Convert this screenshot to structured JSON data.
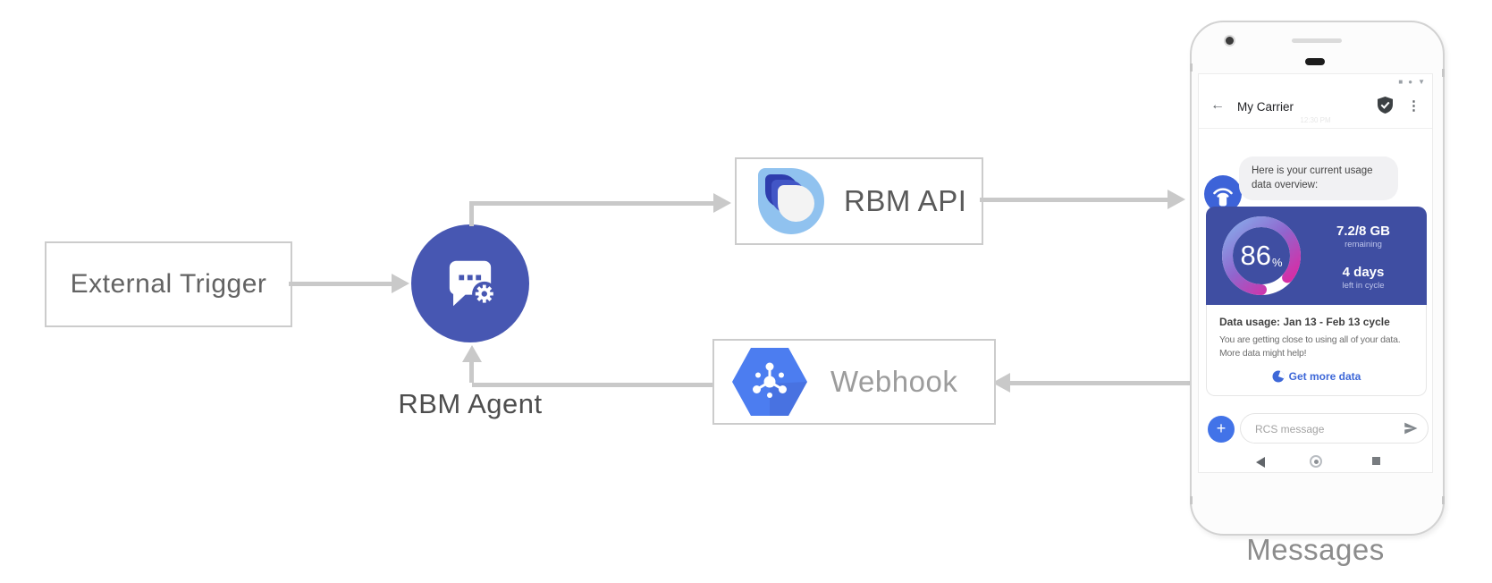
{
  "diagram": {
    "nodes": {
      "external_trigger": {
        "label": "External Trigger"
      },
      "rbm_agent": {
        "label": "RBM Agent"
      },
      "rbm_api": {
        "label": "RBM API"
      },
      "webhook": {
        "label": "Webhook"
      },
      "messages": {
        "label": "Messages"
      }
    },
    "colors": {
      "arrow": "#c9c9c9",
      "agent_circle": "#4757b2",
      "api_drop_light": "#90c2ef",
      "api_drop_navy": "#2e3dad",
      "api_drop_mid": "#4256c6",
      "webhook_hexagon": "#4c7df0"
    }
  },
  "phone": {
    "status_icons": [
      {
        "name": "square-icon",
        "glyph": "■"
      },
      {
        "name": "dot-icon",
        "glyph": "●"
      },
      {
        "name": "triangle-icon",
        "glyph": "▼"
      }
    ],
    "app_bar": {
      "back_glyph": "←",
      "title": "My Carrier",
      "badge": "verified-shield",
      "menu_glyph": "⋮"
    },
    "timestamp": "12:30 PM",
    "message_bubble": {
      "text": "Here is your current usage data overview:"
    },
    "usage_card": {
      "percent": "86",
      "percent_sign": "%",
      "amount": "7.2/8 GB",
      "amount_caption": "remaining",
      "days": "4 days",
      "days_caption": "left in cycle",
      "title": "Data usage: Jan 13 - Feb 13 cycle",
      "body_line1": "You are getting close to using all of your data.",
      "body_line2": "More data might help!",
      "cta": "Get more data",
      "card_color": "#3f4ea2",
      "gauge_colors": [
        "#85b8f0",
        "#9066ce",
        "#e81f9c"
      ]
    },
    "compose": {
      "plus": "+",
      "placeholder": "RCS message"
    }
  }
}
